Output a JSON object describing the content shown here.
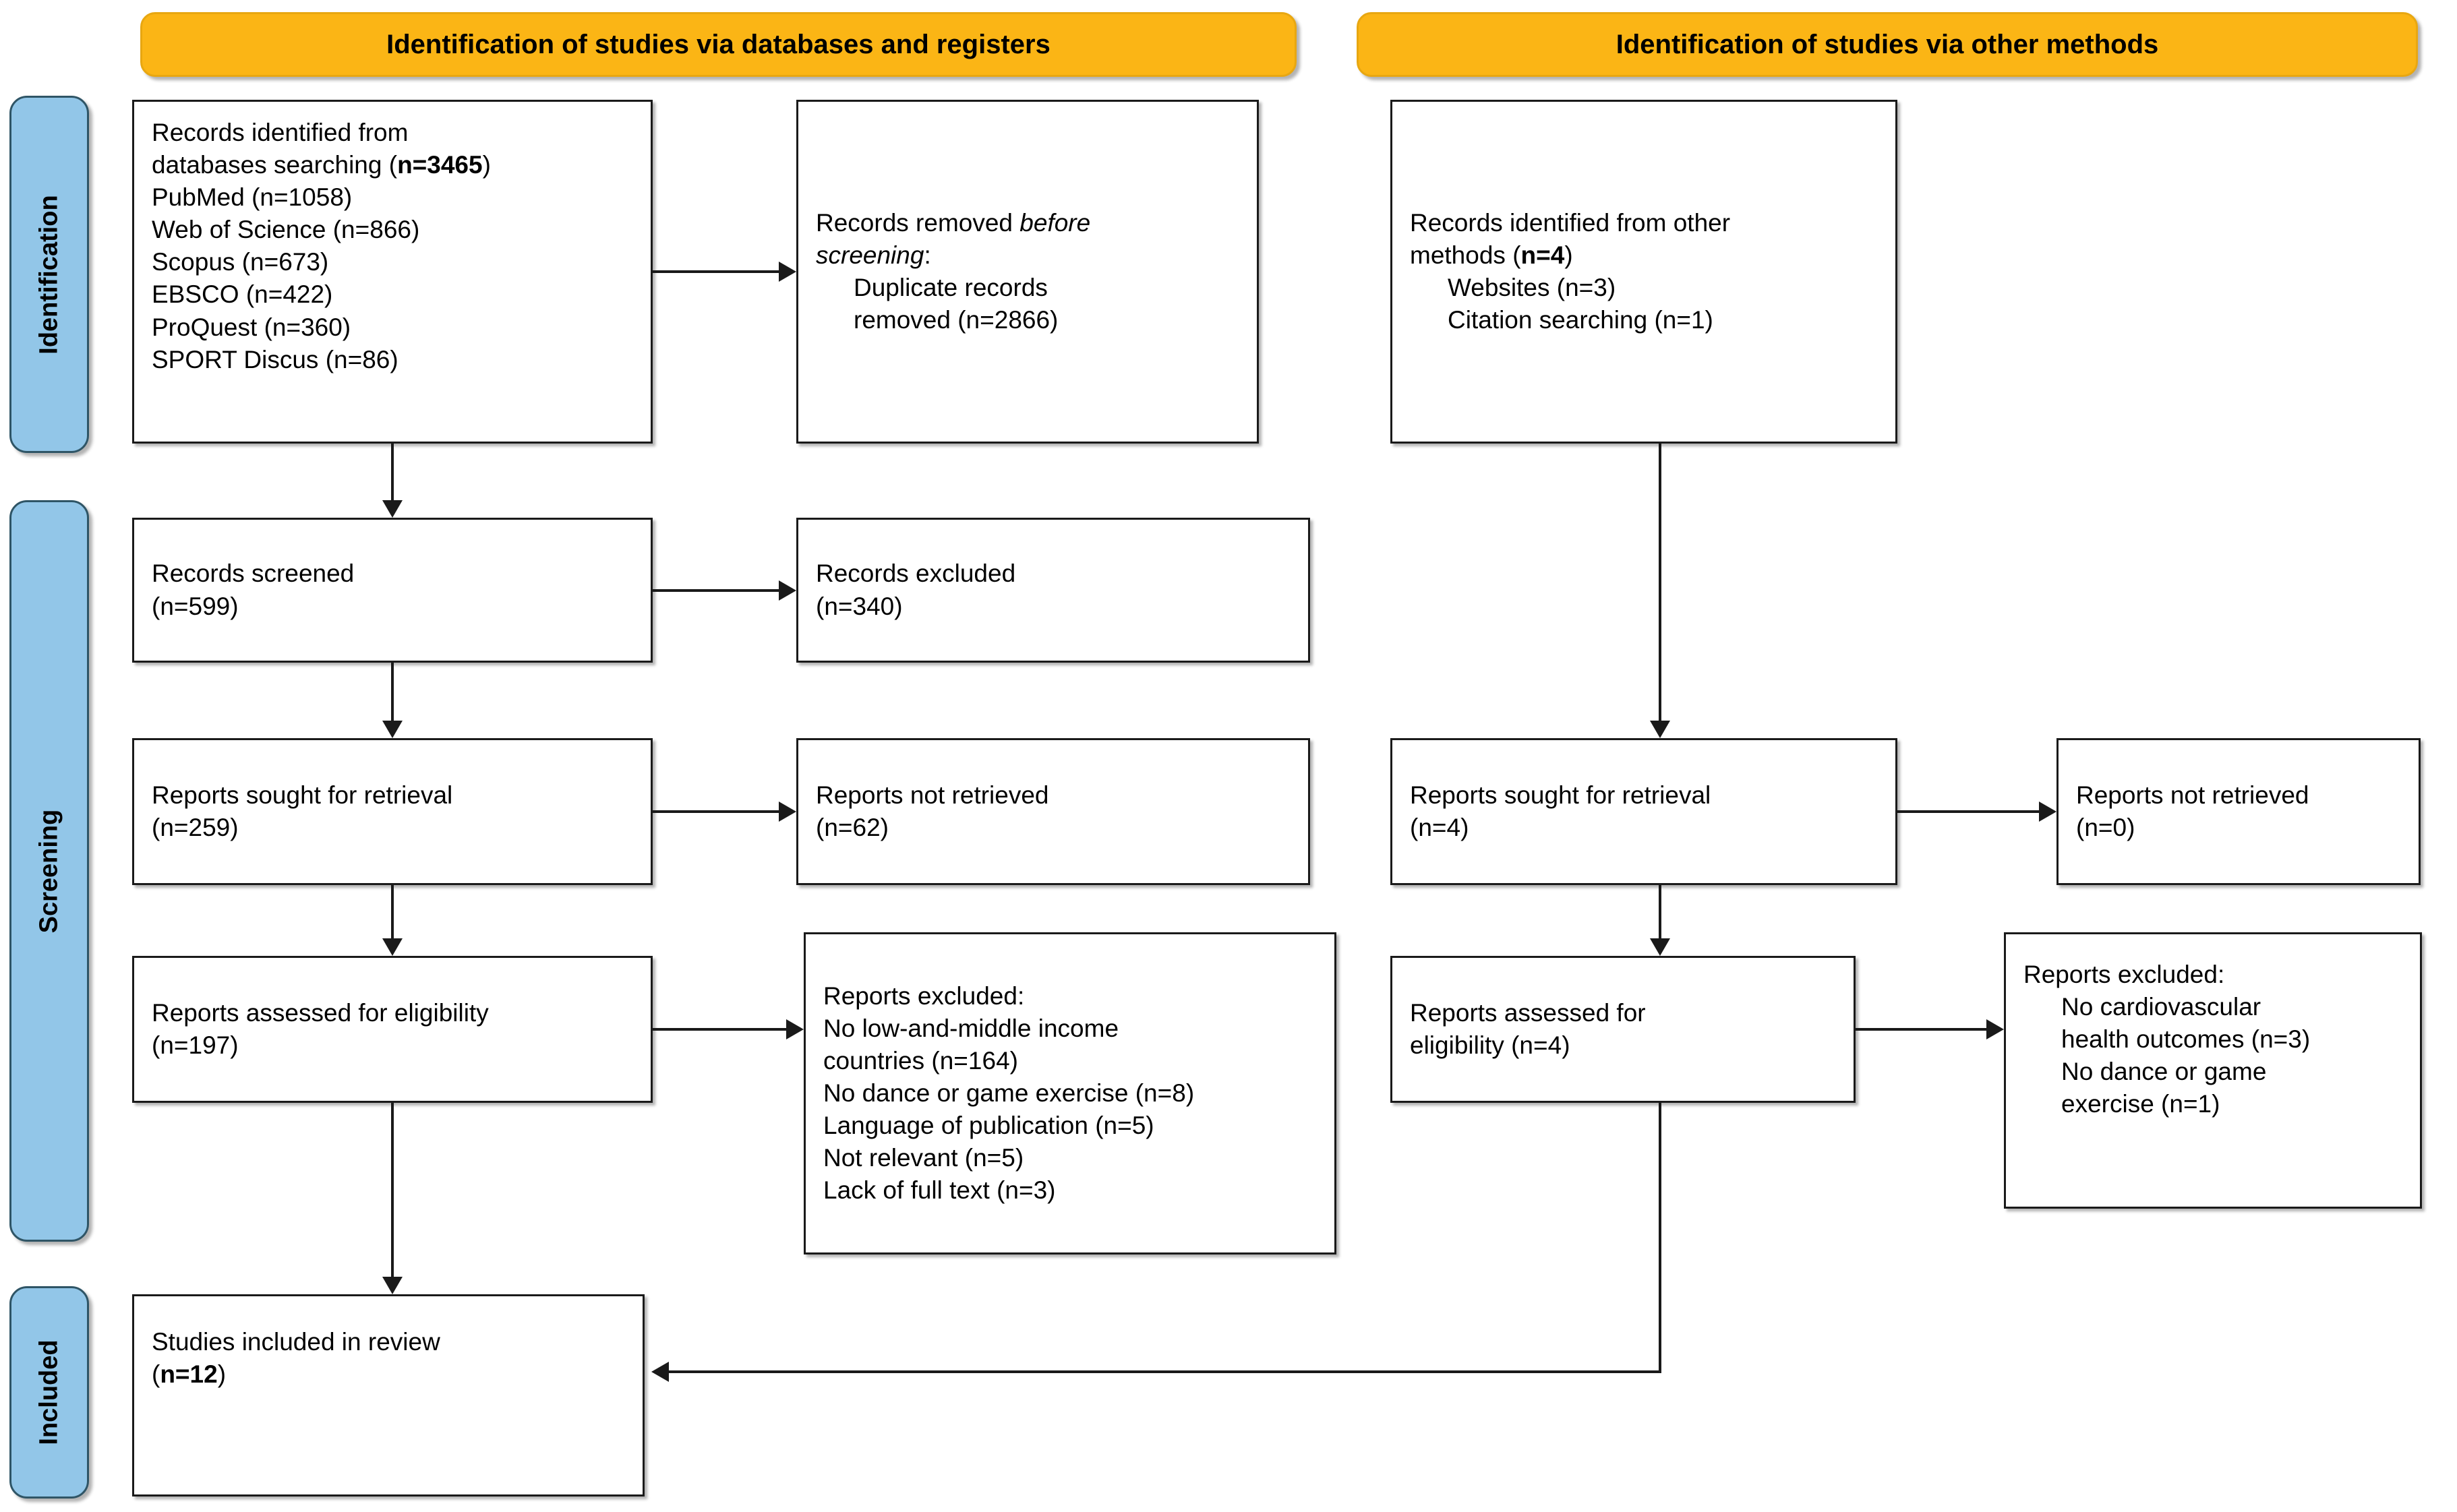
{
  "colors": {
    "banner_fill": "#FBB515",
    "banner_border": "#E8A711",
    "stage_fill": "#92C6E8",
    "stage_border": "#2F5566",
    "node_border": "#1a1a1a",
    "text": "#000000"
  },
  "banners": {
    "databases": "Identification of studies via databases and registers",
    "other": "Identification of studies via other methods"
  },
  "stages": {
    "identification": "Identification",
    "screening": "Screening",
    "included": "Included"
  },
  "nodes": {
    "records_identified_db": {
      "title_a": "Records identified from",
      "title_b": "databases searching (",
      "title_n": "n=3465",
      "title_c": ")",
      "sources": [
        "PubMed (n=1058)",
        "Web of Science (n=866)",
        "Scopus (n=673)",
        "EBSCO (n=422)",
        "ProQuest (n=360)",
        "SPORT Discus (n=86)"
      ]
    },
    "records_removed": {
      "line1_a": "Records removed ",
      "line1_em": "before",
      "line2_em": "screening",
      "line2_b": ":",
      "line3": "Duplicate records",
      "line4": "removed (n=2866)"
    },
    "records_identified_other": {
      "line1": "Records identified from other",
      "line2_a": "methods (",
      "line2_n": "n=4",
      "line2_b": ")",
      "sub1": "Websites (n=3)",
      "sub2": "Citation searching (n=1)"
    },
    "records_screened": {
      "line1": "Records screened",
      "line2": "(n=599)"
    },
    "records_excluded": {
      "line1": "Records excluded",
      "line2": "(n=340)"
    },
    "reports_sought_db": {
      "line1": "Reports sought for retrieval",
      "line2": "(n=259)"
    },
    "reports_not_retrieved_db": {
      "line1": "Reports not retrieved",
      "line2": "(n=62)"
    },
    "reports_sought_other": {
      "line1": "Reports sought for retrieval",
      "line2": "(n=4)"
    },
    "reports_not_retrieved_other": {
      "line1": "Reports not retrieved",
      "line2": "(n=0)"
    },
    "reports_assessed_db": {
      "line1": "Reports assessed for eligibility",
      "line2": "(n=197)"
    },
    "reports_excluded_db": {
      "heading": "Reports excluded:",
      "reasons": [
        "No low-and-middle income",
        "countries (n=164)",
        "No dance or game exercise (n=8)",
        "Language of publication (n=5)",
        "Not relevant (n=5)",
        "Lack of full text (n=3)"
      ]
    },
    "reports_assessed_other": {
      "line1": "Reports assessed for",
      "line2": "eligibility (n=4)"
    },
    "reports_excluded_other": {
      "heading": "Reports excluded:",
      "reasons": [
        "No cardiovascular",
        "health outcomes (n=3)",
        "No dance or game",
        "exercise (n=1)"
      ]
    },
    "studies_included": {
      "line1": "Studies included in review",
      "line2_a": "(",
      "line2_n": "n=12",
      "line2_b": ")"
    }
  }
}
